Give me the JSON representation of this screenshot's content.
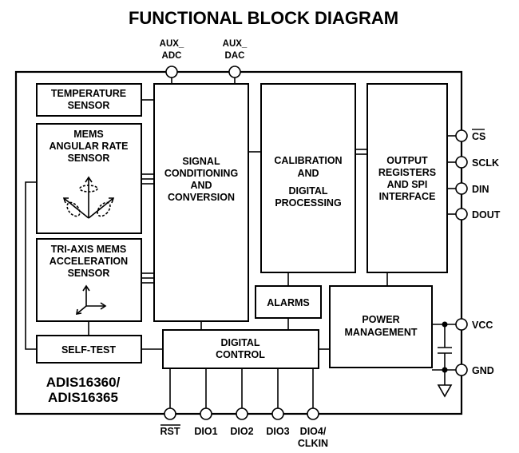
{
  "title": "FUNCTIONAL BLOCK DIAGRAM",
  "part_number": [
    "ADIS16360/",
    "ADIS16365"
  ],
  "blocks": {
    "temperature_sensor": [
      "TEMPERATURE",
      "SENSOR"
    ],
    "gyro": [
      "MEMS",
      "ANGULAR RATE",
      "SENSOR"
    ],
    "accel": [
      "TRI-AXIS MEMS",
      "ACCELERATION",
      "SENSOR"
    ],
    "self_test": "SELF-TEST",
    "signal_conditioning": [
      "SIGNAL",
      "CONDITIONING",
      "AND",
      "CONVERSION"
    ],
    "calibration": [
      "CALIBRATION",
      "AND",
      "DIGITAL",
      "PROCESSING"
    ],
    "output_registers": [
      "OUTPUT",
      "REGISTERS",
      "AND SPI",
      "INTERFACE"
    ],
    "alarms": "ALARMS",
    "digital_control": [
      "DIGITAL",
      "CONTROL"
    ],
    "power_management": [
      "POWER",
      "MANAGEMENT"
    ]
  },
  "pins": {
    "top": [
      [
        "AUX_",
        "ADC"
      ],
      [
        "AUX_",
        "DAC"
      ]
    ],
    "right": [
      "CS",
      "SCLK",
      "DIN",
      "DOUT",
      "VCC",
      "GND"
    ],
    "bottom": [
      "RST",
      "DIO1",
      "DIO2",
      "DIO3",
      [
        "DIO4/",
        "CLKIN"
      ]
    ]
  }
}
